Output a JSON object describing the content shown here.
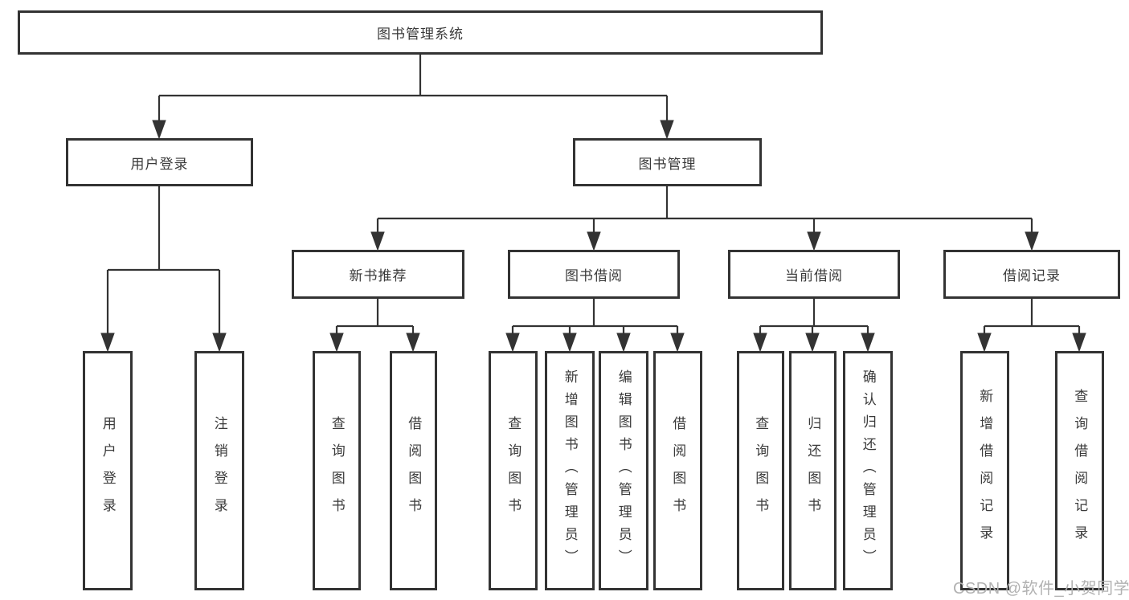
{
  "colors": {
    "background": "#ffffff",
    "line": "#333333",
    "box_border": "#333333",
    "text": "#3a3a3a",
    "watermark": "#b2b2b2"
  },
  "watermark": {
    "text": "CSDN @软件_小贺同学"
  },
  "tree": {
    "label": "图书管理系统",
    "children": [
      {
        "label": "用户登录",
        "children": [
          {
            "label": "用户登录"
          },
          {
            "label": "注销登录"
          }
        ]
      },
      {
        "label": "图书管理",
        "children": [
          {
            "label": "新书推荐",
            "children": [
              {
                "label": "查询图书"
              },
              {
                "label": "借阅图书"
              }
            ]
          },
          {
            "label": "图书借阅",
            "children": [
              {
                "label": "查询图书"
              },
              {
                "label": "新增图书（管理员）"
              },
              {
                "label": "编辑图书（管理员）"
              },
              {
                "label": "借阅图书"
              }
            ]
          },
          {
            "label": "当前借阅",
            "children": [
              {
                "label": "查询图书"
              },
              {
                "label": "归还图书"
              },
              {
                "label": "确认归还（管理员）"
              }
            ]
          },
          {
            "label": "借阅记录",
            "children": [
              {
                "label": "新增借阅记录"
              },
              {
                "label": "查询借阅记录"
              }
            ]
          }
        ]
      }
    ]
  }
}
